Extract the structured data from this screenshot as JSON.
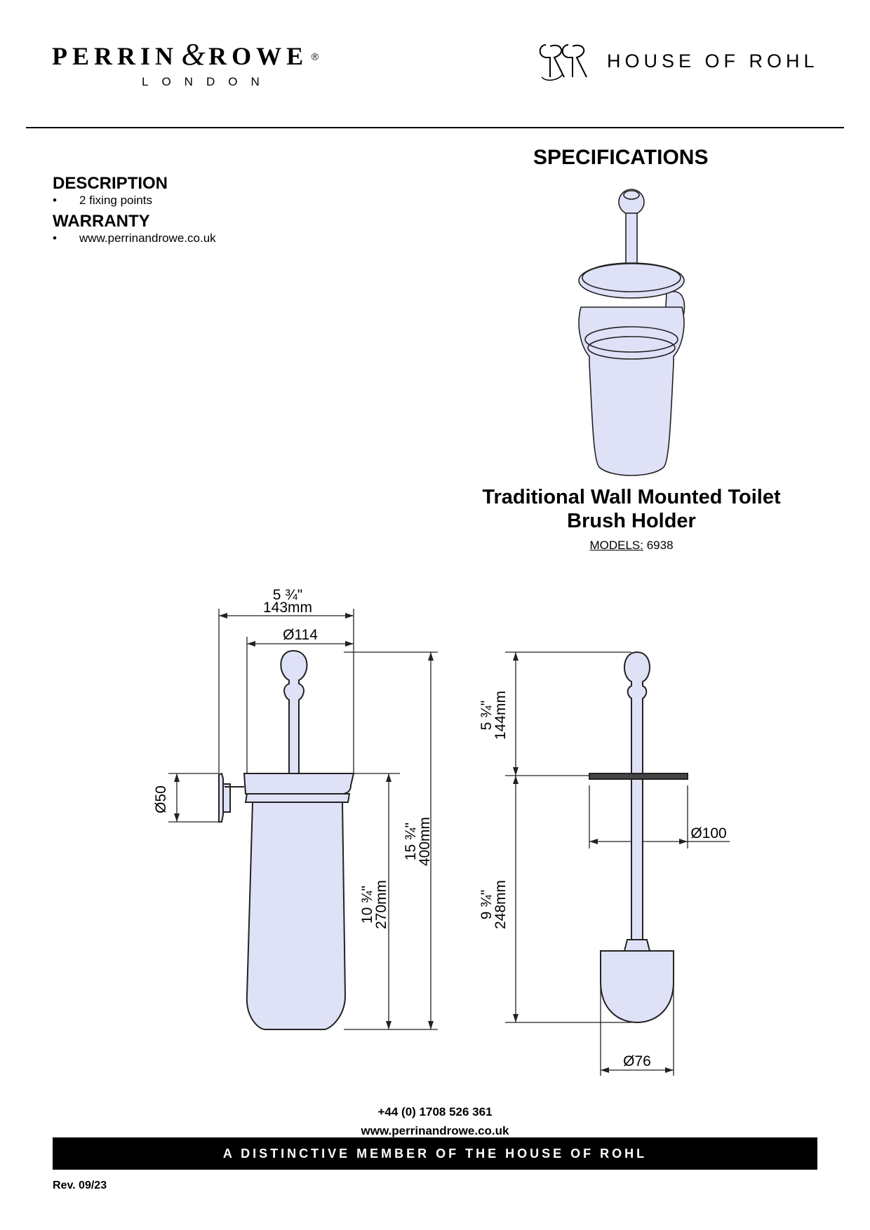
{
  "brand_left": {
    "name_part1": "PERRIN",
    "ampersand": "&",
    "name_part2": "ROWE",
    "registered": "®",
    "subtitle": "LONDON"
  },
  "brand_right": {
    "monogram": "RR",
    "name": "HOUSE OF ROHL"
  },
  "specifications_title": "SPECIFICATIONS",
  "description": {
    "heading": "DESCRIPTION",
    "items": [
      "2 fixing points"
    ]
  },
  "warranty": {
    "heading": "WARRANTY",
    "items": [
      "www.perrinandrowe.co.uk"
    ]
  },
  "product": {
    "title_line1": "Traditional Wall Mounted Toilet",
    "title_line2": "Brush Holder",
    "models_label": "MODELS:",
    "models_value": "6938"
  },
  "dimensions": {
    "width_imperial": "5 ¾\"",
    "width_mm": "143mm",
    "diameter_top": "Ø114",
    "diameter_mount": "Ø50",
    "holder_height_imperial": "10 ¾\"",
    "holder_height_mm": "270mm",
    "overall_height_imperial": "15 ¾\"",
    "overall_height_mm": "400mm",
    "handle_height_imperial": "5 ¾\"",
    "handle_height_mm": "144mm",
    "lid_diameter": "Ø100",
    "brush_height_imperial": "9 ¾\"",
    "brush_height_mm": "248mm",
    "brush_diameter": "Ø76"
  },
  "footer": {
    "phone": "+44 (0) 1708 526 361",
    "website": "www.perrinandrowe.co.uk",
    "banner": "A DISTINCTIVE MEMBER OF THE HOUSE OF ROHL",
    "revision": "Rev. 09/23"
  },
  "colors": {
    "fill": "#dfe1f7",
    "line": "#222222",
    "banner_bg": "#000000"
  }
}
